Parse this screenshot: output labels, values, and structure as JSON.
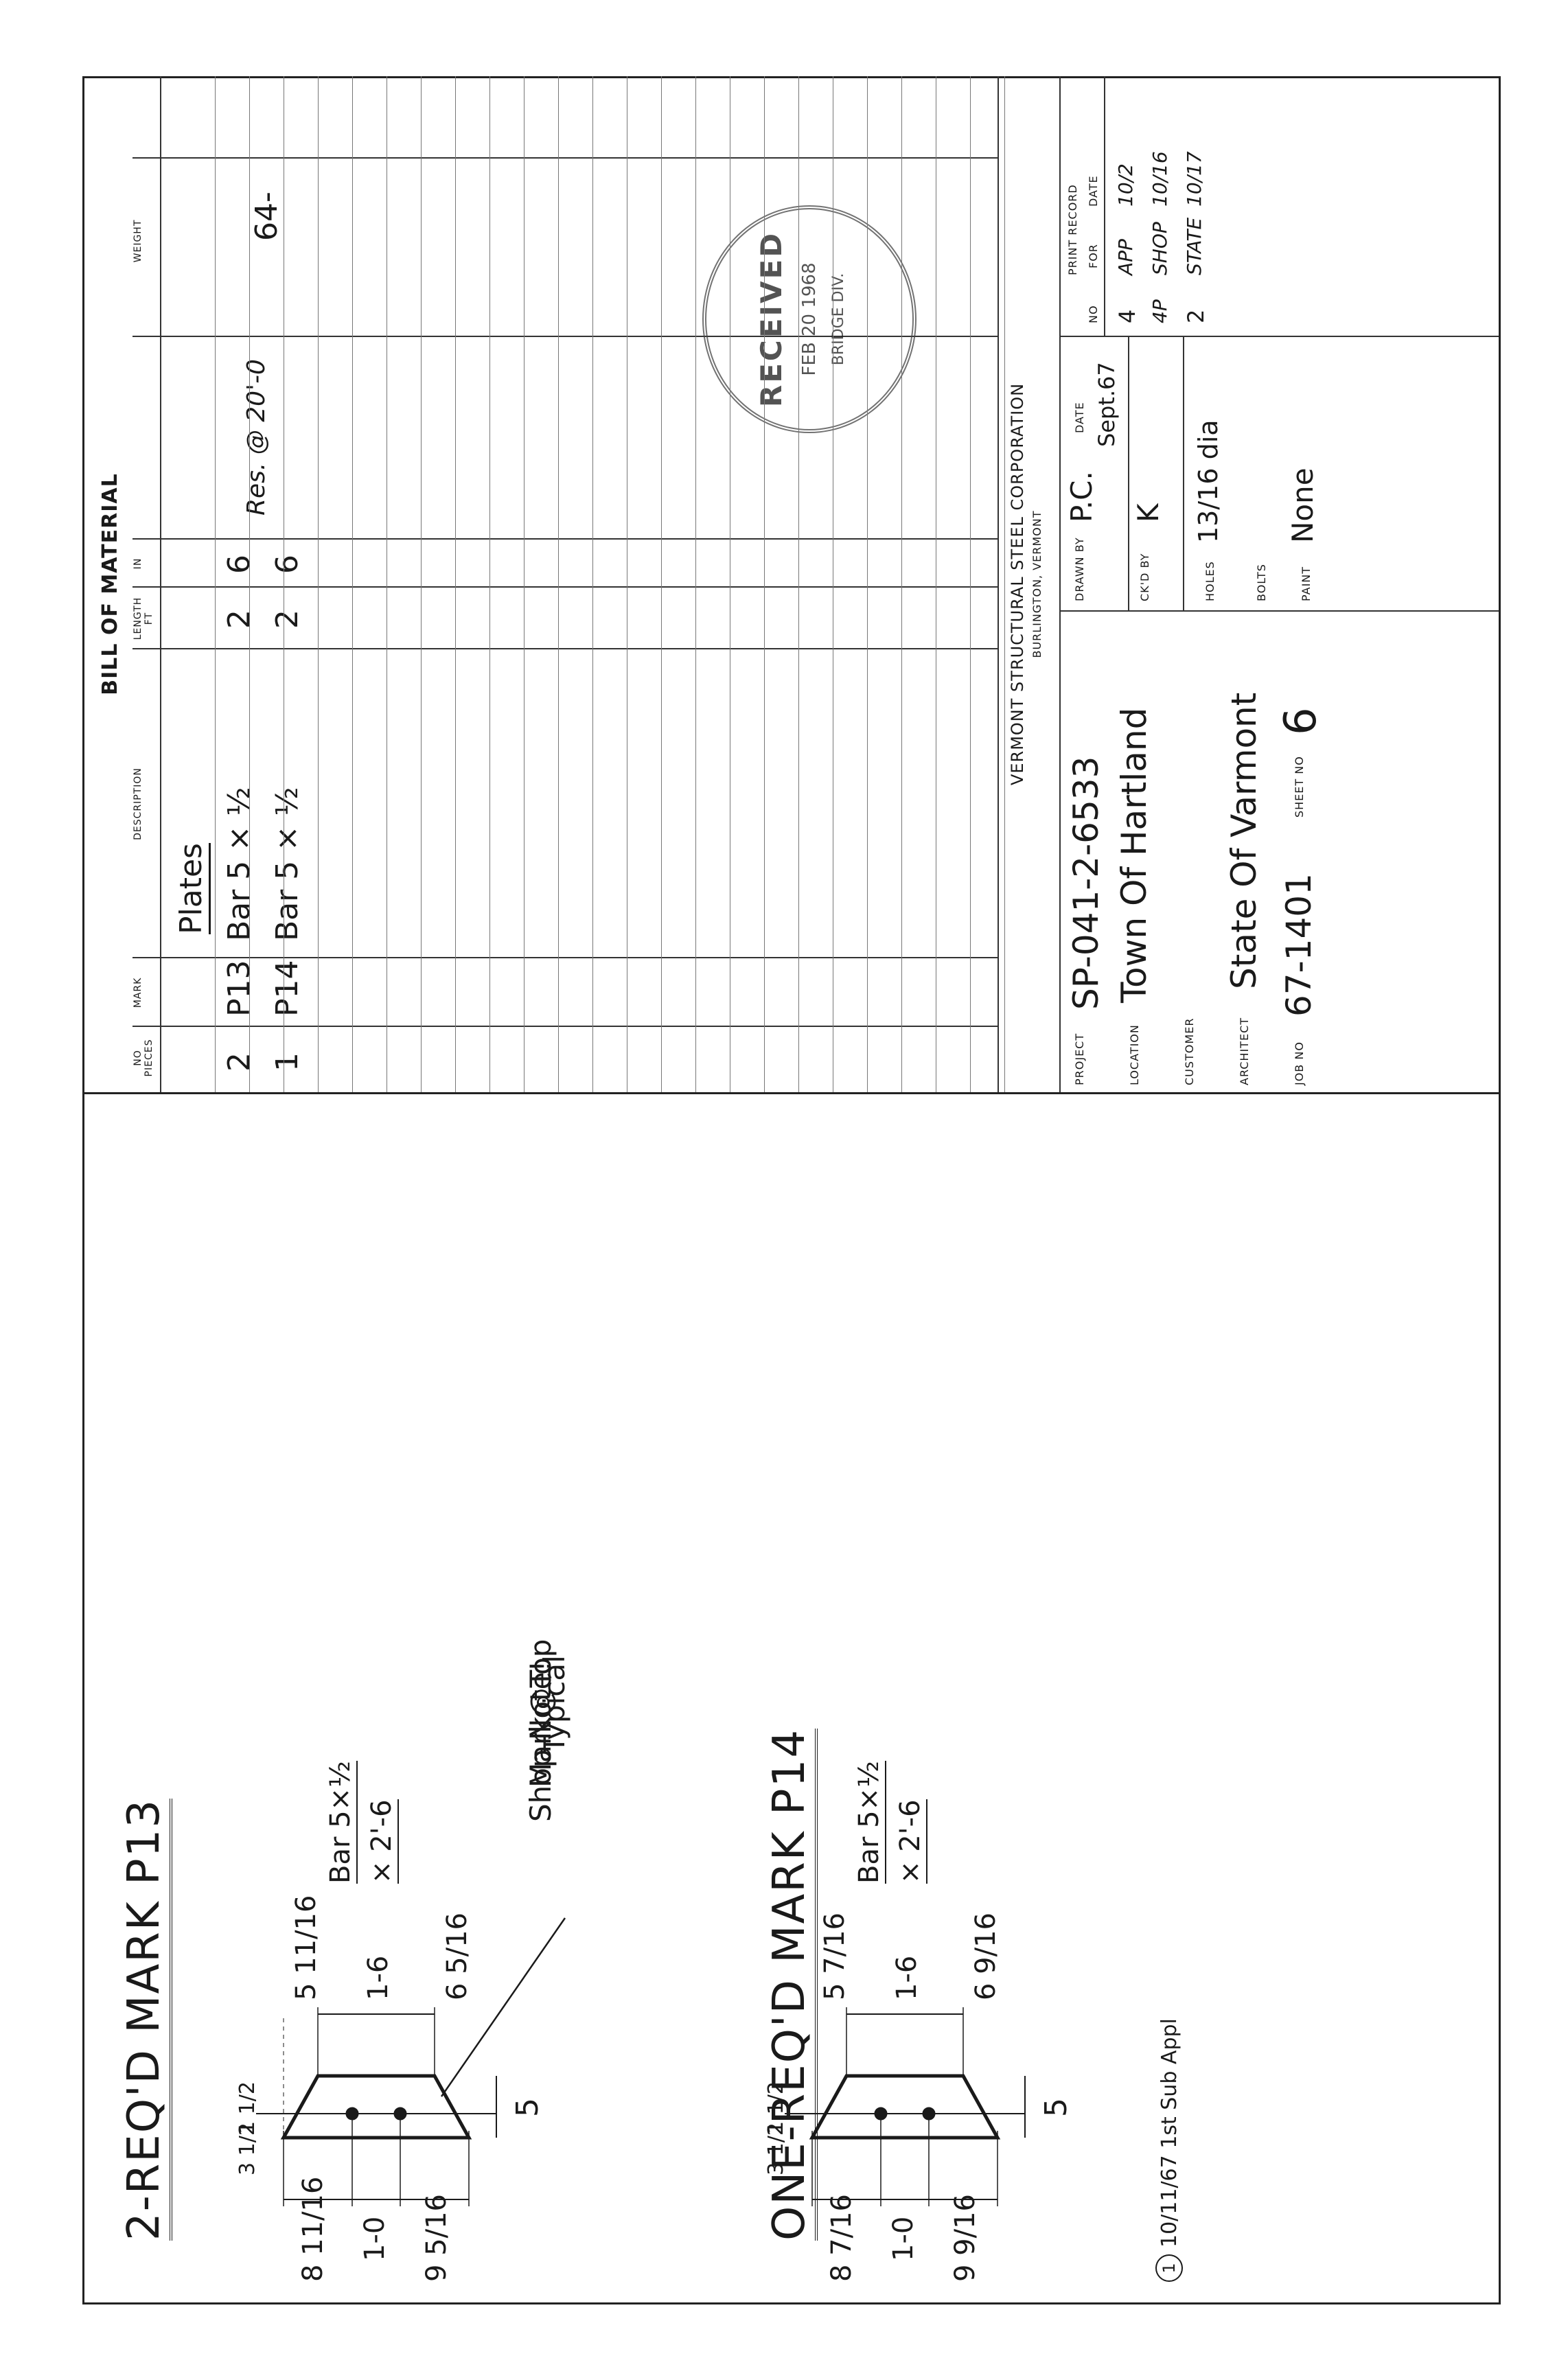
{
  "drawing": {
    "p13": {
      "title": "2-REQ'D MARK P13",
      "dims_top": [
        "8 11/16",
        "1-0",
        "9 5/16"
      ],
      "dims_bottom": [
        "5 11/16",
        "1-6",
        "6 5/16"
      ],
      "dims_left": [
        "3 1/2",
        "1 1/2"
      ],
      "dim_right": "5",
      "bar_desc": [
        "Bar 5×½",
        "× 2'-6"
      ],
      "note": [
        "Shop Note!",
        "Mark@Top",
        "Typical"
      ]
    },
    "p14": {
      "title": "ONE-REQ'D MARK P14",
      "dims_top": [
        "8 7/16",
        "1-0",
        "9 9/16"
      ],
      "dims_bottom": [
        "5 7/16",
        "1-6",
        "6 9/16"
      ],
      "dims_left": [
        "3 1/2",
        "1 1/2"
      ],
      "dim_right": "5",
      "bar_desc": [
        "Bar 5×½",
        "× 2'-6"
      ],
      "revision_note": "10/11/67 1st Sub Appl",
      "revision_symbol": "1"
    }
  },
  "bill_of_material": {
    "title": "BILL OF MATERIAL",
    "columns": [
      "NO PIECES",
      "MARK",
      "DESCRIPTION",
      "LENGTH FT",
      "IN",
      "WEIGHT"
    ],
    "section_header": "Plates",
    "rows": [
      {
        "pieces": "2",
        "mark": "P13",
        "description": "Bar 5 × ½",
        "ft": "2",
        "in": "6"
      },
      {
        "pieces": "1",
        "mark": "P14",
        "description": "Bar 5 × ½",
        "ft": "2",
        "in": "6"
      }
    ],
    "annotation": "Res. @ 20'-0",
    "weight_total": "64-"
  },
  "title_block": {
    "company": "VERMONT STRUCTURAL STEEL CORPORATION",
    "city": "BURLINGTON, VERMONT",
    "project_label": "PROJECT",
    "project": "SP-041-2-6533",
    "location_label": "LOCATION",
    "location": "Town Of Hartland",
    "customer_label": "CUSTOMER",
    "customer": "",
    "architect_label": "ARCHITECT",
    "architect": "State Of Varmont",
    "job_label": "JOB NO",
    "job": "67-1401",
    "sheet_label": "SHEET NO",
    "sheet": "6",
    "drawn_by_label": "DRAWN BY",
    "drawn_by": "P.C.",
    "date_label": "DATE",
    "date": "Sept.67",
    "checked_by_label": "CK'D BY",
    "checked_by": "K",
    "holes_label": "HOLES",
    "holes": "13/16 dia",
    "bolts_label": "BOLTS",
    "paint_label": "PAINT",
    "paint": "None",
    "print_record_label": "PRINT RECORD",
    "print_record_columns": [
      "NO",
      "FOR",
      "DATE"
    ],
    "print_record": [
      {
        "no": "4",
        "for": "APP",
        "date": "10/2"
      },
      {
        "no": "4P",
        "for": "SHOP",
        "date": "10/16"
      },
      {
        "no": "2",
        "for": "STATE",
        "date": "10/17"
      }
    ]
  },
  "stamp": {
    "line1": "RECEIVED",
    "line2": "FEB 20 1968",
    "line3": "BRIDGE DIV."
  }
}
